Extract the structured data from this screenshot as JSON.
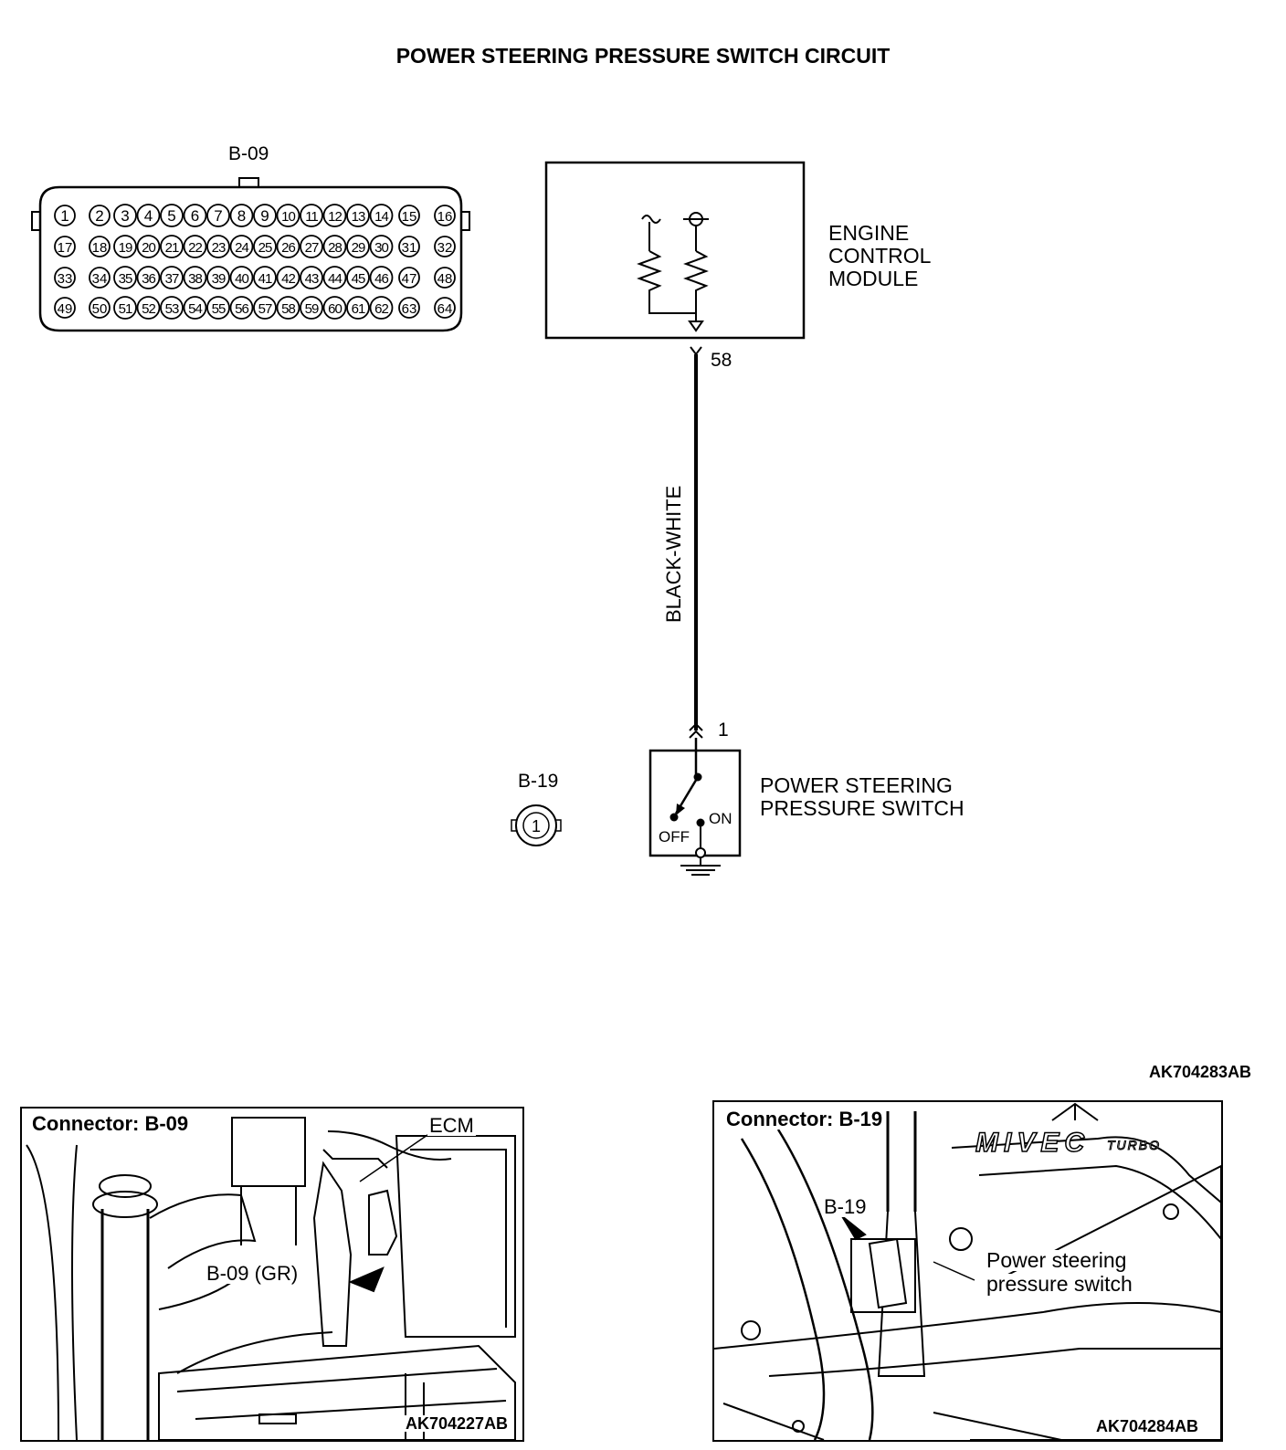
{
  "title": "POWER STEERING PRESSURE SWITCH CIRCUIT",
  "connector_b09": {
    "label": "B-09",
    "rows": [
      [
        "1",
        "2",
        "3",
        "4",
        "5",
        "6",
        "7",
        "8",
        "9",
        "10",
        "11",
        "12",
        "13",
        "14",
        "15",
        "16"
      ],
      [
        "17",
        "18",
        "19",
        "20",
        "21",
        "22",
        "23",
        "24",
        "25",
        "26",
        "27",
        "28",
        "29",
        "30",
        "31",
        "32"
      ],
      [
        "33",
        "34",
        "35",
        "36",
        "37",
        "38",
        "39",
        "40",
        "41",
        "42",
        "43",
        "44",
        "45",
        "46",
        "47",
        "48"
      ],
      [
        "49",
        "50",
        "51",
        "52",
        "53",
        "54",
        "55",
        "56",
        "57",
        "58",
        "59",
        "60",
        "61",
        "62",
        "63",
        "64"
      ]
    ]
  },
  "ecm": {
    "label_lines": [
      "ENGINE",
      "CONTROL",
      "MODULE"
    ],
    "pin": "58"
  },
  "wire": {
    "color_label": "BLACK-WHITE"
  },
  "switch": {
    "pin": "1",
    "label_lines": [
      "POWER STEERING",
      "PRESSURE SWITCH"
    ],
    "on_label": "ON",
    "off_label": "OFF"
  },
  "connector_b19": {
    "label": "B-19",
    "pin": "1"
  },
  "diagram_code": "AK704283AB",
  "photo_left": {
    "heading": "Connector: B-09",
    "callout_ecm": "ECM",
    "callout_connector": "B-09 (GR)",
    "code": "AK704227AB"
  },
  "photo_right": {
    "heading": "Connector: B-19",
    "callout_connector": "B-19",
    "callout_part_lines": [
      "Power steering",
      "pressure switch"
    ],
    "brand": "MIVEC",
    "brand_sub": "TURBO",
    "code": "AK704284AB"
  }
}
